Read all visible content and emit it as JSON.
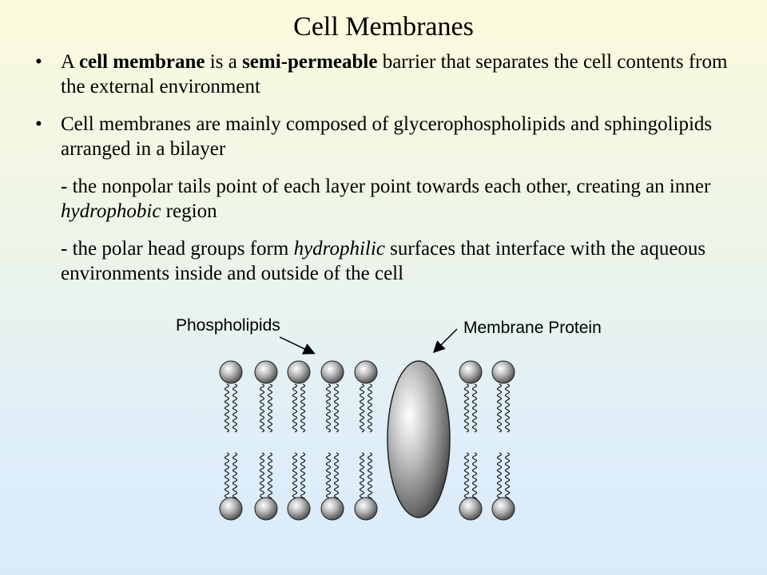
{
  "slide": {
    "title": "Cell Membranes",
    "bullet_marker": "•",
    "bullet1": {
      "t1": "A ",
      "t2": "cell membrane",
      "t3": " is a ",
      "t4": "semi-permeable",
      "t5": " barrier that separates the cell contents from the external environment"
    },
    "bullet2": {
      "text": "Cell membranes are mainly composed of glycerophospholipids and sphingolipids arranged in a bilayer"
    },
    "sub1": {
      "t1": "- the nonpolar tails point of each layer point towards each other, creating an inner ",
      "t2": "hydrophobic",
      "t3": " region"
    },
    "sub2": {
      "t1": "- the polar head groups form ",
      "t2": "hydrophilic",
      "t3": " surfaces that interface with the aqueous environments inside and outside of the cell"
    }
  },
  "diagram": {
    "label_phospholipids": "Phospholipids",
    "label_membrane_protein": "Membrane Protein",
    "phospholipids_left_count": 5,
    "phospholipids_right_count": 2,
    "head_color": "#9a9a9a",
    "protein_color": "#8a8a8a"
  }
}
